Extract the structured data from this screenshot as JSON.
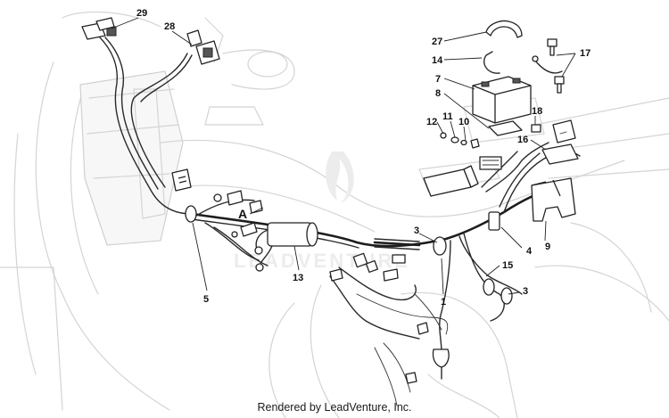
{
  "diagram": {
    "callouts": {
      "c29": "29",
      "c28": "28",
      "c27": "27",
      "c14": "14",
      "c17": "17",
      "c7": "7",
      "c8": "8",
      "c18": "18",
      "c12": "12",
      "c11": "11",
      "c10": "10",
      "c16": "16",
      "cA": "A",
      "c3a": "3",
      "c4": "4",
      "c9": "9",
      "c15": "15",
      "c3b": "3",
      "c13": "13",
      "c5": "5",
      "c1": "1"
    },
    "watermark": "LEADVENTURE"
  },
  "footer": {
    "credit": "Rendered by LeadVenture, Inc."
  }
}
